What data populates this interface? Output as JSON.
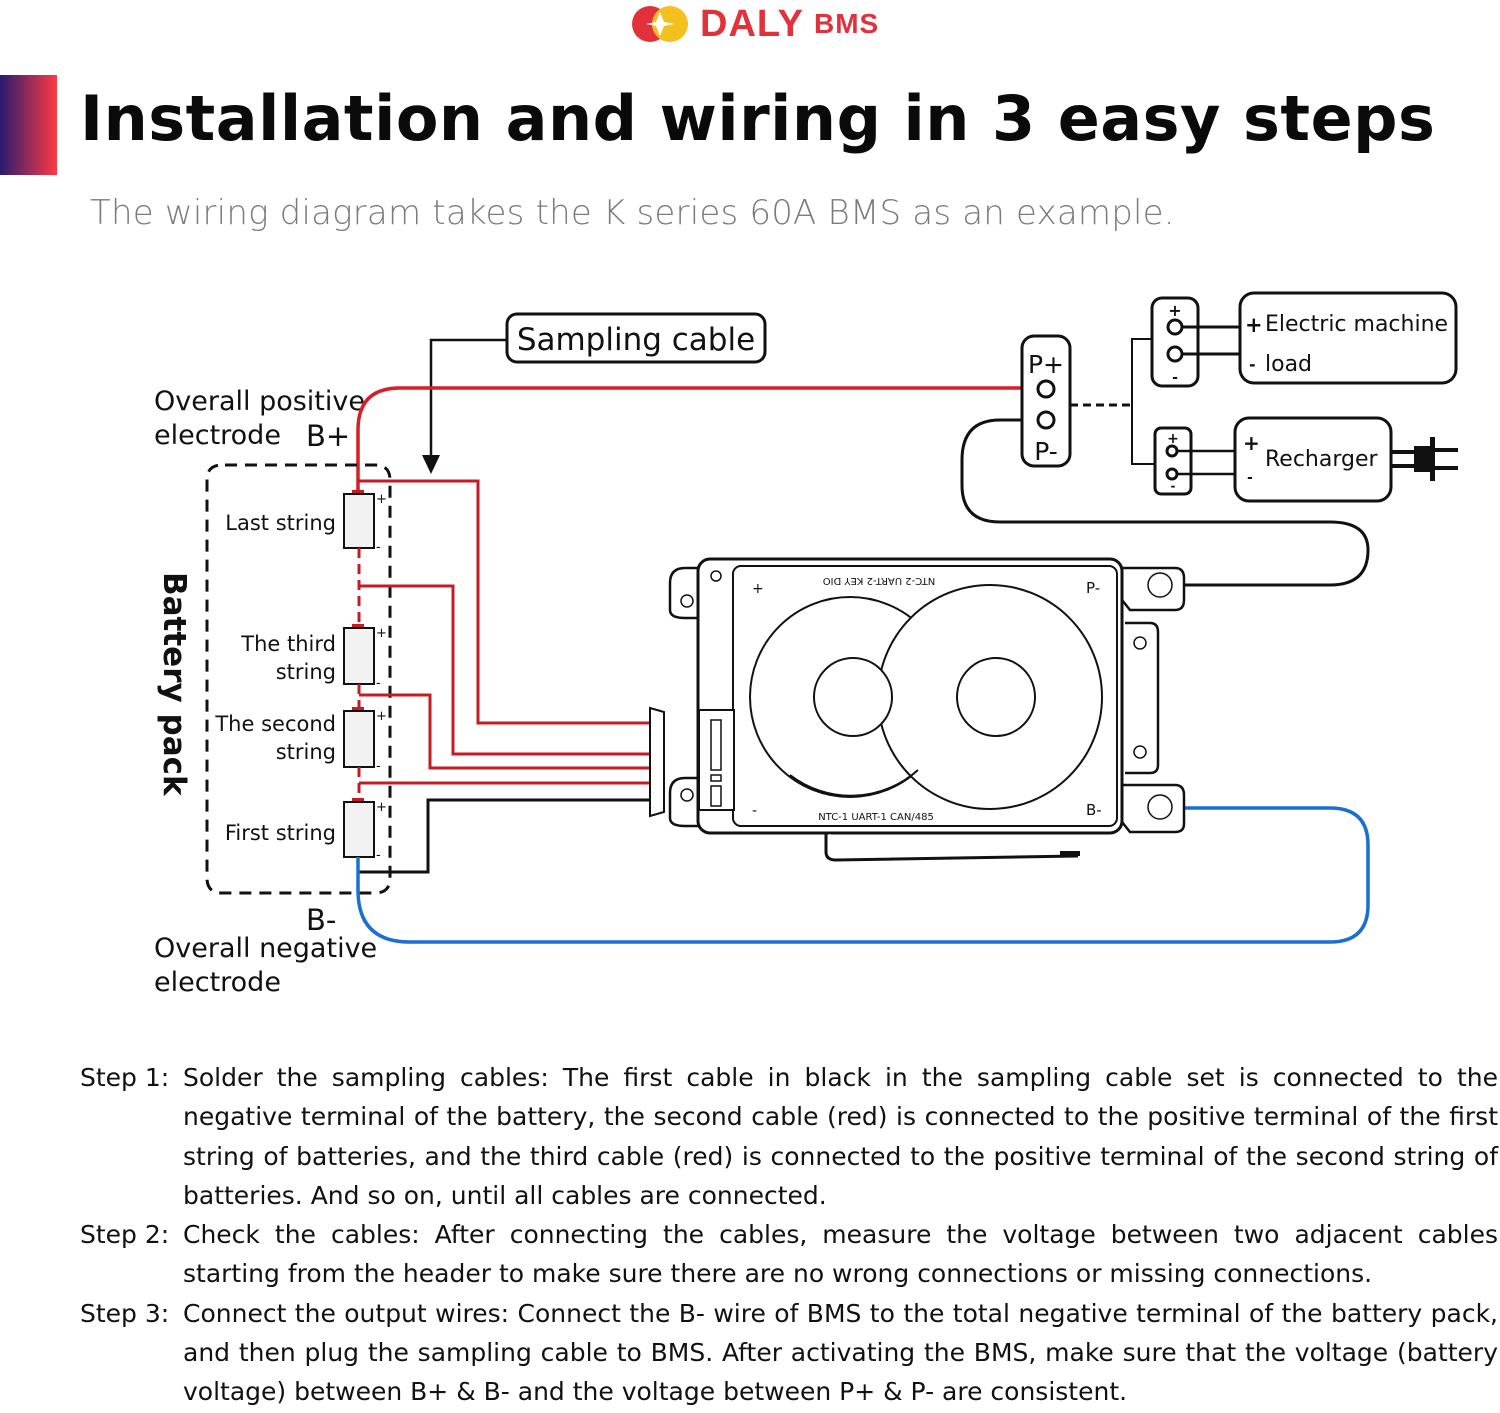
{
  "brand": {
    "name": "DALY",
    "suffix": "BMS",
    "logo_icon": "daly-logo-icon",
    "colors": {
      "red": "#e2313a",
      "yellow": "#f4c020"
    }
  },
  "header": {
    "title": "Installation and wiring in 3 easy steps",
    "subtitle": "The wiring diagram takes the K series 60A BMS as an example.",
    "accent_gradient": [
      "#2a1a6e",
      "#ff3a44"
    ]
  },
  "diagram": {
    "sampling_cable_label": "Sampling cable",
    "overall_positive": [
      "Overall positive",
      "electrode"
    ],
    "b_plus": "B+",
    "b_minus": "B-",
    "overall_negative": [
      "Overall negative",
      "electrode"
    ],
    "battery_pack_label": "Battery pack",
    "cells": [
      {
        "label": [
          "Last string"
        ],
        "plus": "+",
        "minus": "-"
      },
      {
        "label": [
          "The third",
          "string"
        ],
        "plus": "+",
        "minus": "-"
      },
      {
        "label": [
          "The second",
          "string"
        ],
        "plus": "+",
        "minus": "-"
      },
      {
        "label": [
          "First string"
        ],
        "plus": "+",
        "minus": "-"
      }
    ],
    "p_terminal": {
      "plus": "P+",
      "minus": "P-"
    },
    "load": {
      "label": [
        "Electric machine",
        "load"
      ],
      "plus": "+",
      "minus": "-"
    },
    "charger": {
      "label": "Recharger",
      "plus": "+",
      "minus": "-"
    },
    "bms": {
      "top_label": "NTC-2  UART-2  KEY  DIO",
      "bottom_label": "NTC-1  UART-1  CAN/485",
      "plus": "+",
      "minus": "-",
      "p_minus": "P-",
      "b_minus": "B-"
    },
    "wire_colors": {
      "positive": "#d61f26",
      "sampling": "#c41c24",
      "negative": "#1a6fd0",
      "neutral": "#111111"
    }
  },
  "steps": [
    {
      "label": "Step 1:",
      "text": "Solder the sampling cables: The first cable in black in the sampling cable set is connected to the negative terminal of the battery, the second cable (red) is connected to the positive terminal of the first string of batteries, and the third cable (red) is connected to the positive terminal of the second string of batteries. And so on, until all cables are connected."
    },
    {
      "label": "Step 2:",
      "text": "Check the cables: After connecting the cables, measure the voltage between two adjacent cables starting from the header to make sure there are no wrong connections or missing connections."
    },
    {
      "label": "Step 3:",
      "text": "Connect the output wires: Connect the B- wire of BMS to the total negative terminal of the battery pack, and then plug the sampling cable to BMS. After activating the BMS, make sure that the voltage (battery voltage) between B+ & B- and the voltage between P+ & P- are consistent."
    }
  ]
}
